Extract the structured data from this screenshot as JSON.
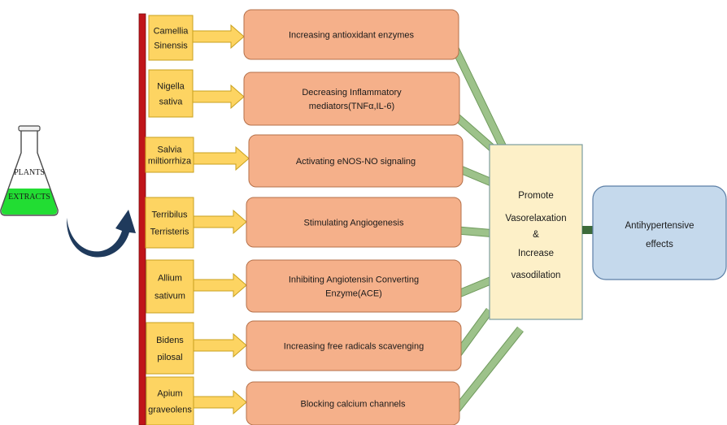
{
  "flask": {
    "label_line1": "PLANTS",
    "label_line2": "EXTRACTS",
    "liquid_color": "#22dd33"
  },
  "plants": [
    {
      "lines": [
        "Camellia",
        "Sinensis"
      ]
    },
    {
      "lines": [
        "Nigella",
        "sativa"
      ]
    },
    {
      "lines": [
        "Salvia",
        "miltiorrhiza"
      ]
    },
    {
      "lines": [
        "Terribilus",
        "Terristeris"
      ]
    },
    {
      "lines": [
        "Allium",
        "sativum"
      ]
    },
    {
      "lines": [
        "Bidens",
        "pilosal"
      ]
    },
    {
      "lines": [
        "Apium",
        "graveolens"
      ]
    }
  ],
  "mechanisms": [
    {
      "lines": [
        "Increasing antioxidant enzymes"
      ]
    },
    {
      "lines": [
        "Decreasing Inflammatory",
        "mediators(TNFα,IL-6)"
      ]
    },
    {
      "lines": [
        "Activating eNOS-NO signaling"
      ]
    },
    {
      "lines": [
        "Stimulating Angiogenesis"
      ]
    },
    {
      "lines": [
        "Inhibiting Angiotensin Converting",
        "Enzyme(ACE)"
      ]
    },
    {
      "lines": [
        "Increasing free radicals scavenging"
      ]
    },
    {
      "lines": [
        "Blocking calcium channels"
      ]
    }
  ],
  "center": {
    "lines": [
      "Promote",
      "Vasorelaxation",
      "&",
      "Increase",
      "vasodilation"
    ]
  },
  "result": {
    "lines": [
      "Antihypertensive",
      "effects"
    ]
  },
  "colors": {
    "plant_box": "#fdd462",
    "plant_border": "#c9a11e",
    "arrow": "#fdd462",
    "mech_box": "#f5b08a",
    "mech_border": "#b5714a",
    "connector": "#9dc28a",
    "connector_border": "#6f9a5c",
    "center_box": "#fdf0c8",
    "center_border": "#7b9c9e",
    "result_box": "#c5d9ec",
    "result_border": "#5c7fa6",
    "bar": "#c0141a",
    "curve_arrow": "#1f3a5c"
  }
}
